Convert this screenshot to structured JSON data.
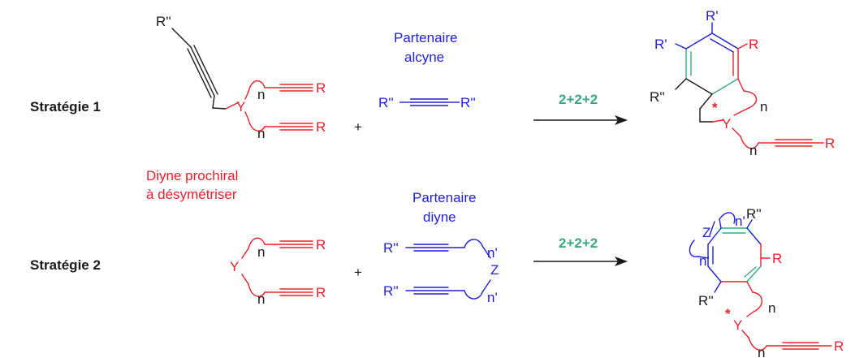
{
  "colors": {
    "black": "#1a1a1a",
    "red": "#e8202a",
    "blue": "#1f1fd6",
    "green": "#3aa882"
  },
  "strategies": [
    {
      "label": "Stratégie 1",
      "substrate_labels": {
        "r_top": "R",
        "r_bottom": "R",
        "r_double_prime": "R''",
        "y": "Y",
        "n_top": "n",
        "n_bottom": "n"
      },
      "partner": {
        "title_line1": "Partenaire",
        "title_line2": "alcyne",
        "r_left": "R''",
        "r_right": "R''"
      },
      "plus": "+",
      "arrow_label": "2+2+2",
      "product_labels": {
        "r_prime_top": "R'",
        "r_prime_left": "R'",
        "r": "R",
        "r_double_prime": "R''",
        "n_ring": "n",
        "star": "*",
        "y": "Y",
        "n_chain": "n",
        "r_end": "R"
      }
    },
    {
      "label": "Stratégie 2",
      "substrate_labels": {
        "r_top": "R",
        "r_bottom": "R",
        "y": "Y",
        "n_top": "n",
        "n_bottom": "n"
      },
      "partner": {
        "title_line1": "Partenaire",
        "title_line2": "diyne",
        "r_top": "R''",
        "r_bottom": "R''",
        "z": "Z",
        "n_top": "n'",
        "n_bottom": "n'"
      },
      "plus": "+",
      "arrow_label": "2+2+2",
      "product_labels": {
        "z": "Z",
        "n_prime_top": "n'",
        "n_prime_bottom": "n'",
        "r_double_prime_top": "R''",
        "r": "R",
        "r_double_prime_bottom": "R''",
        "n_ring": "n",
        "star": "*",
        "y": "Y",
        "n_chain": "n",
        "r_end": "R"
      }
    }
  ],
  "prochiral_label": {
    "line1": "Diyne prochiral",
    "line2": "à désymétriser"
  }
}
